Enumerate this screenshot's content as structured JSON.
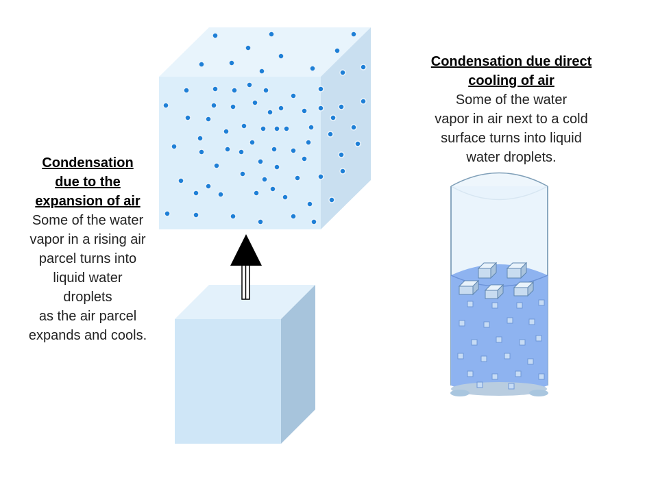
{
  "left_caption": {
    "heading_lines": [
      "Condensation",
      "due to the",
      "expansion of air"
    ],
    "body_lines": [
      "Some of the water",
      "vapor in a rising air",
      "parcel turns into",
      "liquid water",
      "droplets",
      "as the air parcel",
      "expands and cools."
    ]
  },
  "right_caption": {
    "heading_lines": [
      "Condensation due direct",
      "cooling of air"
    ],
    "body_lines": [
      "Some of the water",
      "vapor in air next to a cold",
      "surface turns into liquid",
      "water droplets."
    ]
  },
  "colors": {
    "cube_front": "#dceefa",
    "cube_top": "#e8f4fc",
    "cube_side": "#c9dff0",
    "small_cube_front": "#cfe6f7",
    "small_cube_side": "#a7c4dc",
    "droplet": "#1e7fd6",
    "water": "#8eb3f0",
    "arrow": "#000000"
  },
  "icons": [
    "large-air-parcel-cube",
    "small-air-parcel-cube",
    "upward-arrow-icon",
    "glass-of-ice-water-icon",
    "ice-cube-icon",
    "droplet-icon"
  ]
}
